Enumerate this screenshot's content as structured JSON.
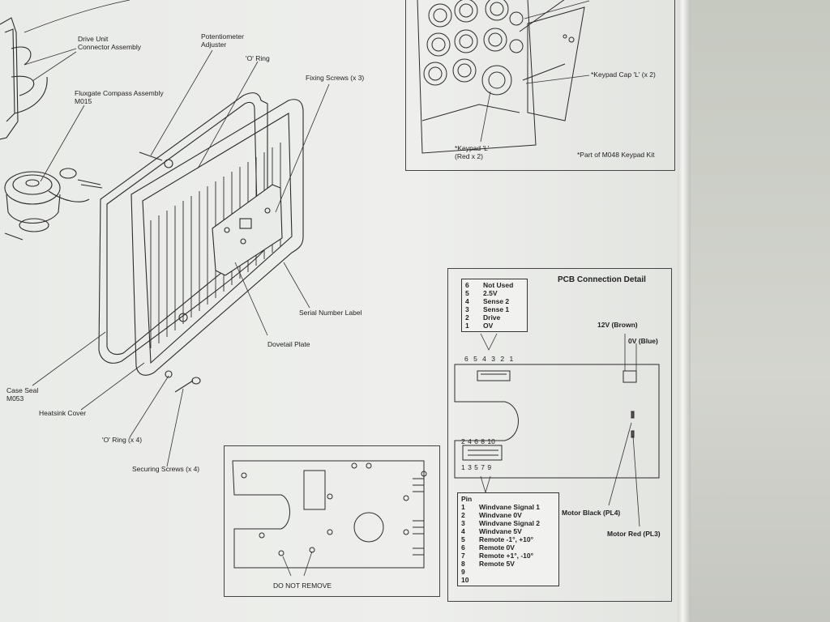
{
  "labels": {
    "drive_unit": [
      "Drive Unit",
      "Connector Assembly"
    ],
    "potentiometer": [
      "Potentiometer",
      "Adjuster"
    ],
    "o_ring_top": "'O' Ring",
    "fixing_screws": "Fixing Screws (x 3)",
    "fluxgate": [
      "Fluxgate Compass Assembly",
      "M015"
    ],
    "serial_label": "Serial Number Label",
    "dovetail": "Dovetail Plate",
    "case_seal": [
      "Case Seal",
      "M053"
    ],
    "heatsink": "Heatsink Cover",
    "o_ring_bottom": "'O' Ring (x 4)",
    "securing_screws": "Securing Screws (x 4)"
  },
  "keypad_panel": {
    "keypad_cap": "*Keypad Cap 'L' (x 2)",
    "keypad": [
      "*Keypad 'L'",
      "(Red x 2)"
    ],
    "kit_note": "*Part of M048 Keypad Kit"
  },
  "board_panel": {
    "do_not_remove": "DO NOT REMOVE"
  },
  "pcb": {
    "title": "PCB Connection Detail",
    "top_connector": [
      {
        "pin": "6",
        "label": "Not Used"
      },
      {
        "pin": "5",
        "label": "2.5V"
      },
      {
        "pin": "4",
        "label": "Sense 2"
      },
      {
        "pin": "3",
        "label": "Sense 1"
      },
      {
        "pin": "2",
        "label": "Drive"
      },
      {
        "pin": "1",
        "label": "OV"
      }
    ],
    "top_pin_numbers": "6 5 4 3 2 1",
    "bottom_even_numbers": "2 4 6 8 10",
    "bottom_odd_numbers": "1 3 5 7 9",
    "power_brown": "12V (Brown)",
    "power_blue": "0V (Blue)",
    "motor_black": "Motor Black (PL4)",
    "motor_red": "Motor Red (PL3)",
    "pin_table_header": "Pin",
    "pin_table": [
      {
        "pin": "1",
        "label": "Windvane Signal 1"
      },
      {
        "pin": "2",
        "label": "Windvane 0V"
      },
      {
        "pin": "3",
        "label": "Windvane Signal 2"
      },
      {
        "pin": "4",
        "label": "Windvane 5V"
      },
      {
        "pin": "5",
        "label": "Remote  -1°, +10°"
      },
      {
        "pin": "6",
        "label": "Remote 0V"
      },
      {
        "pin": "7",
        "label": "Remote +1°, -10°"
      },
      {
        "pin": "8",
        "label": "Remote 5V"
      },
      {
        "pin": "9",
        "label": ""
      },
      {
        "pin": "10",
        "label": ""
      }
    ]
  }
}
